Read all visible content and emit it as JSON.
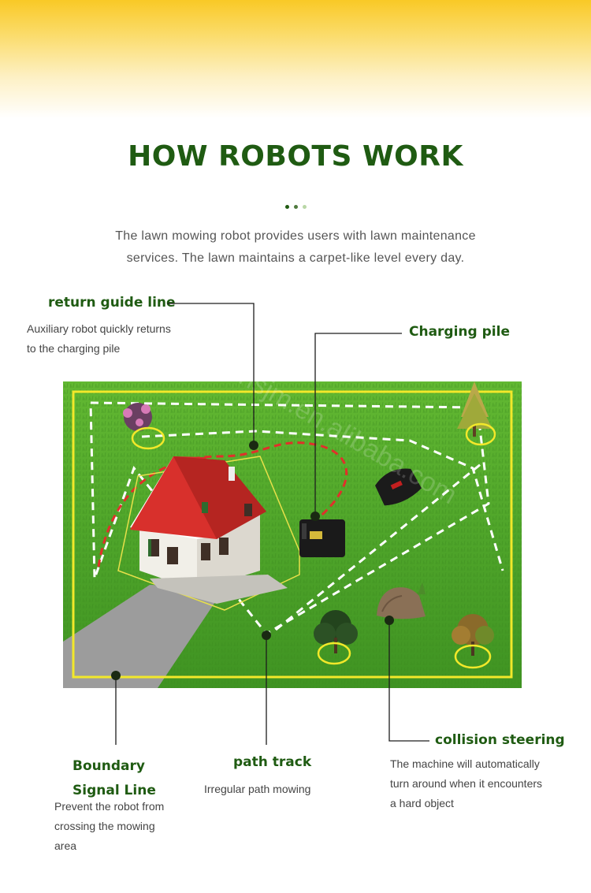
{
  "header": {
    "title": "HOW ROBOTS WORK",
    "subtitle_line1": "The lawn mowing robot provides users with lawn maintenance",
    "subtitle_line2": "services. The lawn maintains a carpet-like level every day.",
    "dot_colors": [
      "#1f5b12",
      "#4f7a3e",
      "#b9d7a6"
    ]
  },
  "labels": {
    "return_guide": {
      "title": "return guide line",
      "desc_line1": "Auxiliary robot quickly returns",
      "desc_line2": "to the charging pile"
    },
    "charging_pile": {
      "title": "Charging pile"
    },
    "boundary": {
      "title_line1": "Boundary",
      "title_line2": "Signal Line",
      "desc_line1": "Prevent the robot from",
      "desc_line2": "crossing the mowing",
      "desc_line3": "area"
    },
    "path_track": {
      "title": "path track",
      "desc": "Irregular path mowing"
    },
    "collision": {
      "title": "collision steering",
      "desc_line1": "The machine will automatically",
      "desc_line2": "turn around when it encounters",
      "desc_line3": "a hard object"
    }
  },
  "illustration": {
    "grass_color": "#4fa52a",
    "boundary_color": "#f2e82a",
    "return_path_color": "#e0302a",
    "path_track_color": "#ffffff",
    "roof_color": "#d8302c",
    "icons": [
      "house-icon",
      "mower-robot-icon",
      "charging-station-icon",
      "rock-icon",
      "tree-icon",
      "bush-icon",
      "flower-bush-icon"
    ]
  }
}
